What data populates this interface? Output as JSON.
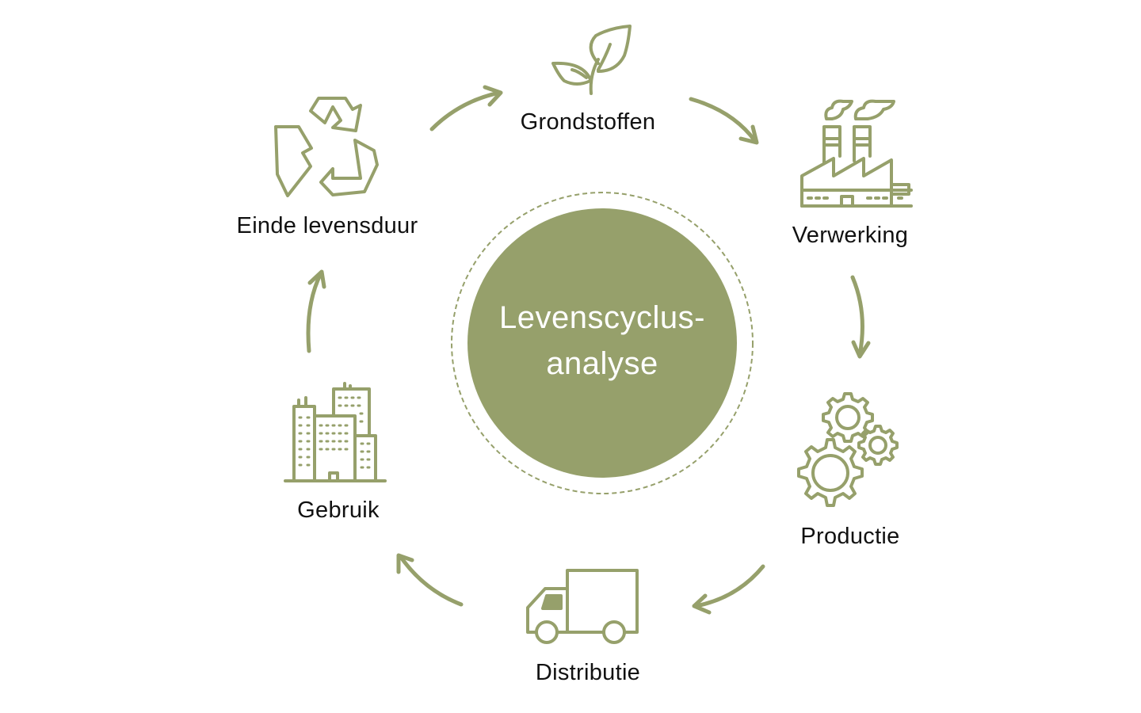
{
  "title": "Levenscyclusanalyse",
  "center": {
    "line1": "Levenscyclus-",
    "line2": "analyse"
  },
  "colors": {
    "accent": "#96a06b",
    "text": "#111111",
    "center_text": "#ffffff",
    "background": "#ffffff"
  },
  "stages": [
    {
      "id": "grondstoffen",
      "label": "Grondstoffen",
      "icon": "leaf-icon"
    },
    {
      "id": "verwerking",
      "label": "Verwerking",
      "icon": "factory-icon"
    },
    {
      "id": "productie",
      "label": "Productie",
      "icon": "gears-icon"
    },
    {
      "id": "distributie",
      "label": "Distributie",
      "icon": "truck-icon"
    },
    {
      "id": "gebruik",
      "label": "Gebruik",
      "icon": "buildings-icon"
    },
    {
      "id": "einde",
      "label": "Einde levensduur",
      "icon": "recycle-icon"
    }
  ]
}
